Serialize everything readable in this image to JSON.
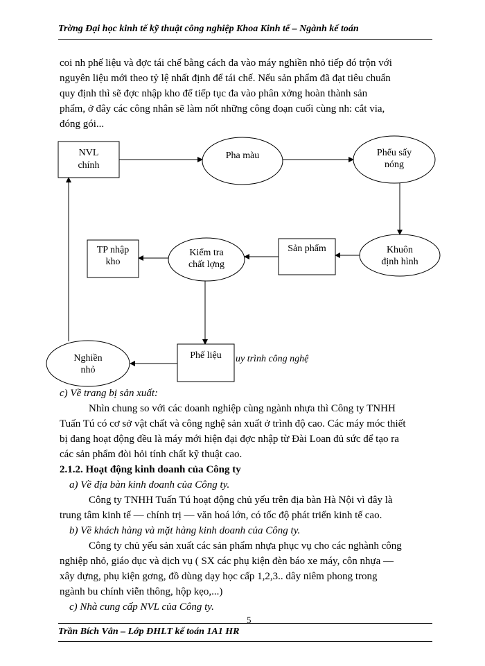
{
  "header": {
    "text": "Trờng   Đại học kinh tế kỹ thuật công nghiệp     Khoa Kinh tế – Ngành kế toán"
  },
  "intro_lines": [
    "coi nh   phế liệu và đợc   tái chế bằng cách đa   vào máy nghiền nhỏ tiếp đó trộn với",
    "nguyên liệu mới theo tỷ lệ nhất định để tái chế.  Nếu sản phẩm đã đạt tiêu chuẩn",
    "quy định thì sẽ đợc   nhập kho để tiếp tục đa   vào phân xởng   hoàn thành sản",
    "phẩm, ở đây các công nhân sẽ làm nốt những công đoạn cuối cùng nh:   cắt via,",
    "đóng gói..."
  ],
  "diagram": {
    "nodes": [
      {
        "id": "nvl",
        "lines": [
          "NVL",
          "chính"
        ]
      },
      {
        "id": "phamau",
        "lines": [
          "Pha màu"
        ]
      },
      {
        "id": "pheu",
        "lines": [
          "Phểu sấy",
          "nóng"
        ]
      },
      {
        "id": "khuon",
        "lines": [
          "Khuôn",
          "định hình"
        ]
      },
      {
        "id": "sanpham",
        "lines": [
          "Sản phẩm"
        ]
      },
      {
        "id": "kiemtra",
        "lines": [
          "Kiểm tra",
          "chất lợng"
        ]
      },
      {
        "id": "tpnhap",
        "lines": [
          "TP nhập",
          "kho"
        ]
      },
      {
        "id": "phelieu",
        "lines": [
          "Phế liệu"
        ]
      },
      {
        "id": "nghien",
        "lines": [
          "Nghiền",
          "nhỏ"
        ]
      }
    ],
    "caption": "uy trình công nghệ"
  },
  "section_c": {
    "heading": "c) Về trang bị sản xuất:",
    "lines": [
      "Nhìn chung so với các doanh nghiệp cùng ngành nhựa thì Công ty TNHH",
      "Tuấn Tú có cơ sở vật chất và công nghệ sản xuất ở trình độ cao. Các máy móc thiết",
      "bị đang hoạt động đều là máy mới hiện đại đợc   nhập từ Đài Loan đủ sức để tạo ra",
      "các sản phẩm đòi hỏi tính chất kỹ thuật  cao."
    ]
  },
  "section_212": {
    "heading": "2.1.2. Hoạt động kinh doanh của Công ty",
    "a_heading": "a) Về địa bàn kinh doanh của Công ty.",
    "a_lines": [
      "Công ty TNHH Tuấn Tú hoạt động chủ yếu trên địa bàn Hà Nội vì đây là",
      "trung tâm kinh tế — chính trị — văn hoá lớn, có tốc độ phát triển kinh tế cao."
    ],
    "b_heading": "b)  Về khách hàng và mặt hàng kinh doanh của Công ty.",
    "b_lines": [
      "Công ty chủ yếu sản xuất các sản phẩm nhựa phục vụ cho các nghành công",
      "nghiệp nhỏ, giáo dục và dịch vụ ( SX các phụ kiện đèn báo xe máy, côn nhựa —",
      "xây dựng, phụ kiện gơng,  đồ dùng dạy học cấp  1,2,3.. dây niêm phong trong",
      "ngành bu   chính viễn thông, hộp kẹo,...)"
    ],
    "c_heading": "c)  Nhà cung cấp NVL của Công ty."
  },
  "footer": {
    "page_number": "5",
    "text": "Trần Bích Vân – Lớp ĐHLT kế toán 1A1 HR"
  }
}
